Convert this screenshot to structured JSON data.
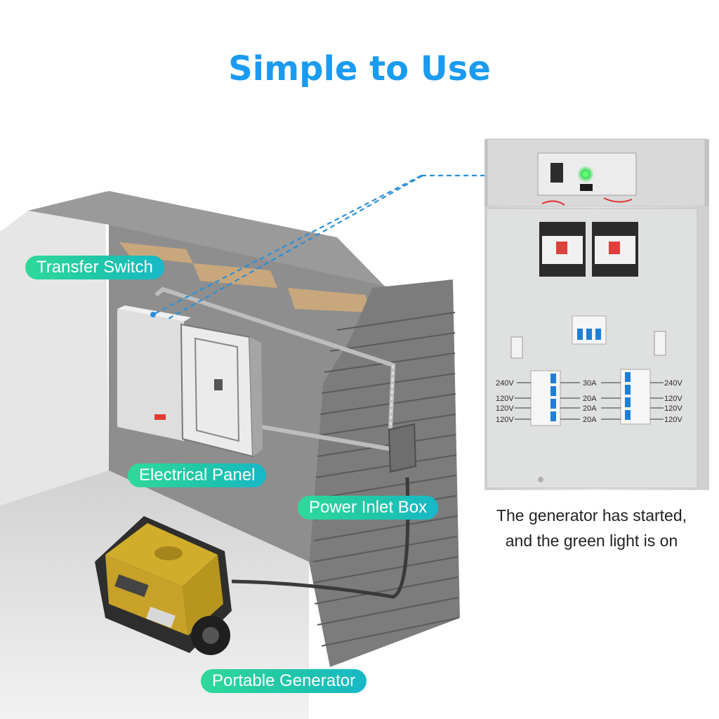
{
  "title": "Simple to Use",
  "labels": {
    "transfer_switch": "Transfer Switch",
    "electrical_panel": "Electrical Panel",
    "power_inlet_box": "Power Inlet Box",
    "portable_generator": "Portable Generator"
  },
  "caption": "The generator has started, and the green light is on",
  "breakers": {
    "left": [
      "240V",
      "120V",
      "120V",
      "120V"
    ],
    "center": [
      "30A",
      "20A",
      "20A",
      "20A"
    ],
    "right": [
      "240V",
      "120V",
      "120V",
      "120V"
    ]
  },
  "colors": {
    "title": "#1a9bf0",
    "pill_start": "#2fd99a",
    "pill_end": "#17b8c8",
    "indicator_light": "#39e05a",
    "dashed_line": "#2a8fd8"
  }
}
